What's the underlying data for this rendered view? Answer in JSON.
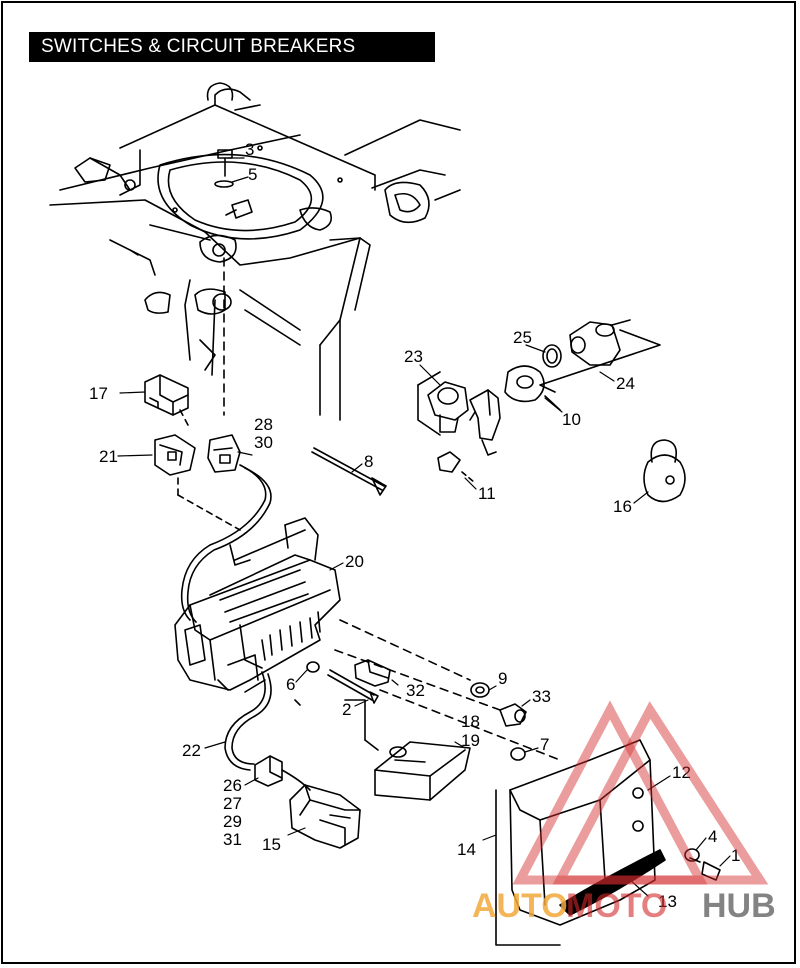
{
  "title": "SWITCHES & CIRCUIT BREAKERS",
  "callouts": {
    "c1": "1",
    "c2": "2",
    "c3": "3",
    "c4": "4",
    "c5": "5",
    "c6": "6",
    "c7": "7",
    "c8": "8",
    "c9": "9",
    "c10": "10",
    "c11": "11",
    "c12": "12",
    "c13": "13",
    "c14": "14",
    "c15": "15",
    "c16": "16",
    "c17": "17",
    "c18": "18",
    "c19": "19",
    "c20": "20",
    "c21": "21",
    "c22": "22",
    "c23": "23",
    "c24": "24",
    "c25": "25",
    "c26": "26",
    "c27": "27",
    "c28": "28",
    "c29": "29",
    "c30": "30",
    "c31": "31",
    "c32": "32",
    "c33": "33"
  },
  "watermark": {
    "part1": "AUTO",
    "part2": "MOTO",
    "part3": "HUB"
  },
  "colors": {
    "watermark_orange": "#f2a93b",
    "watermark_red": "#d42a2a",
    "watermark_gray": "#6e6e6e"
  }
}
